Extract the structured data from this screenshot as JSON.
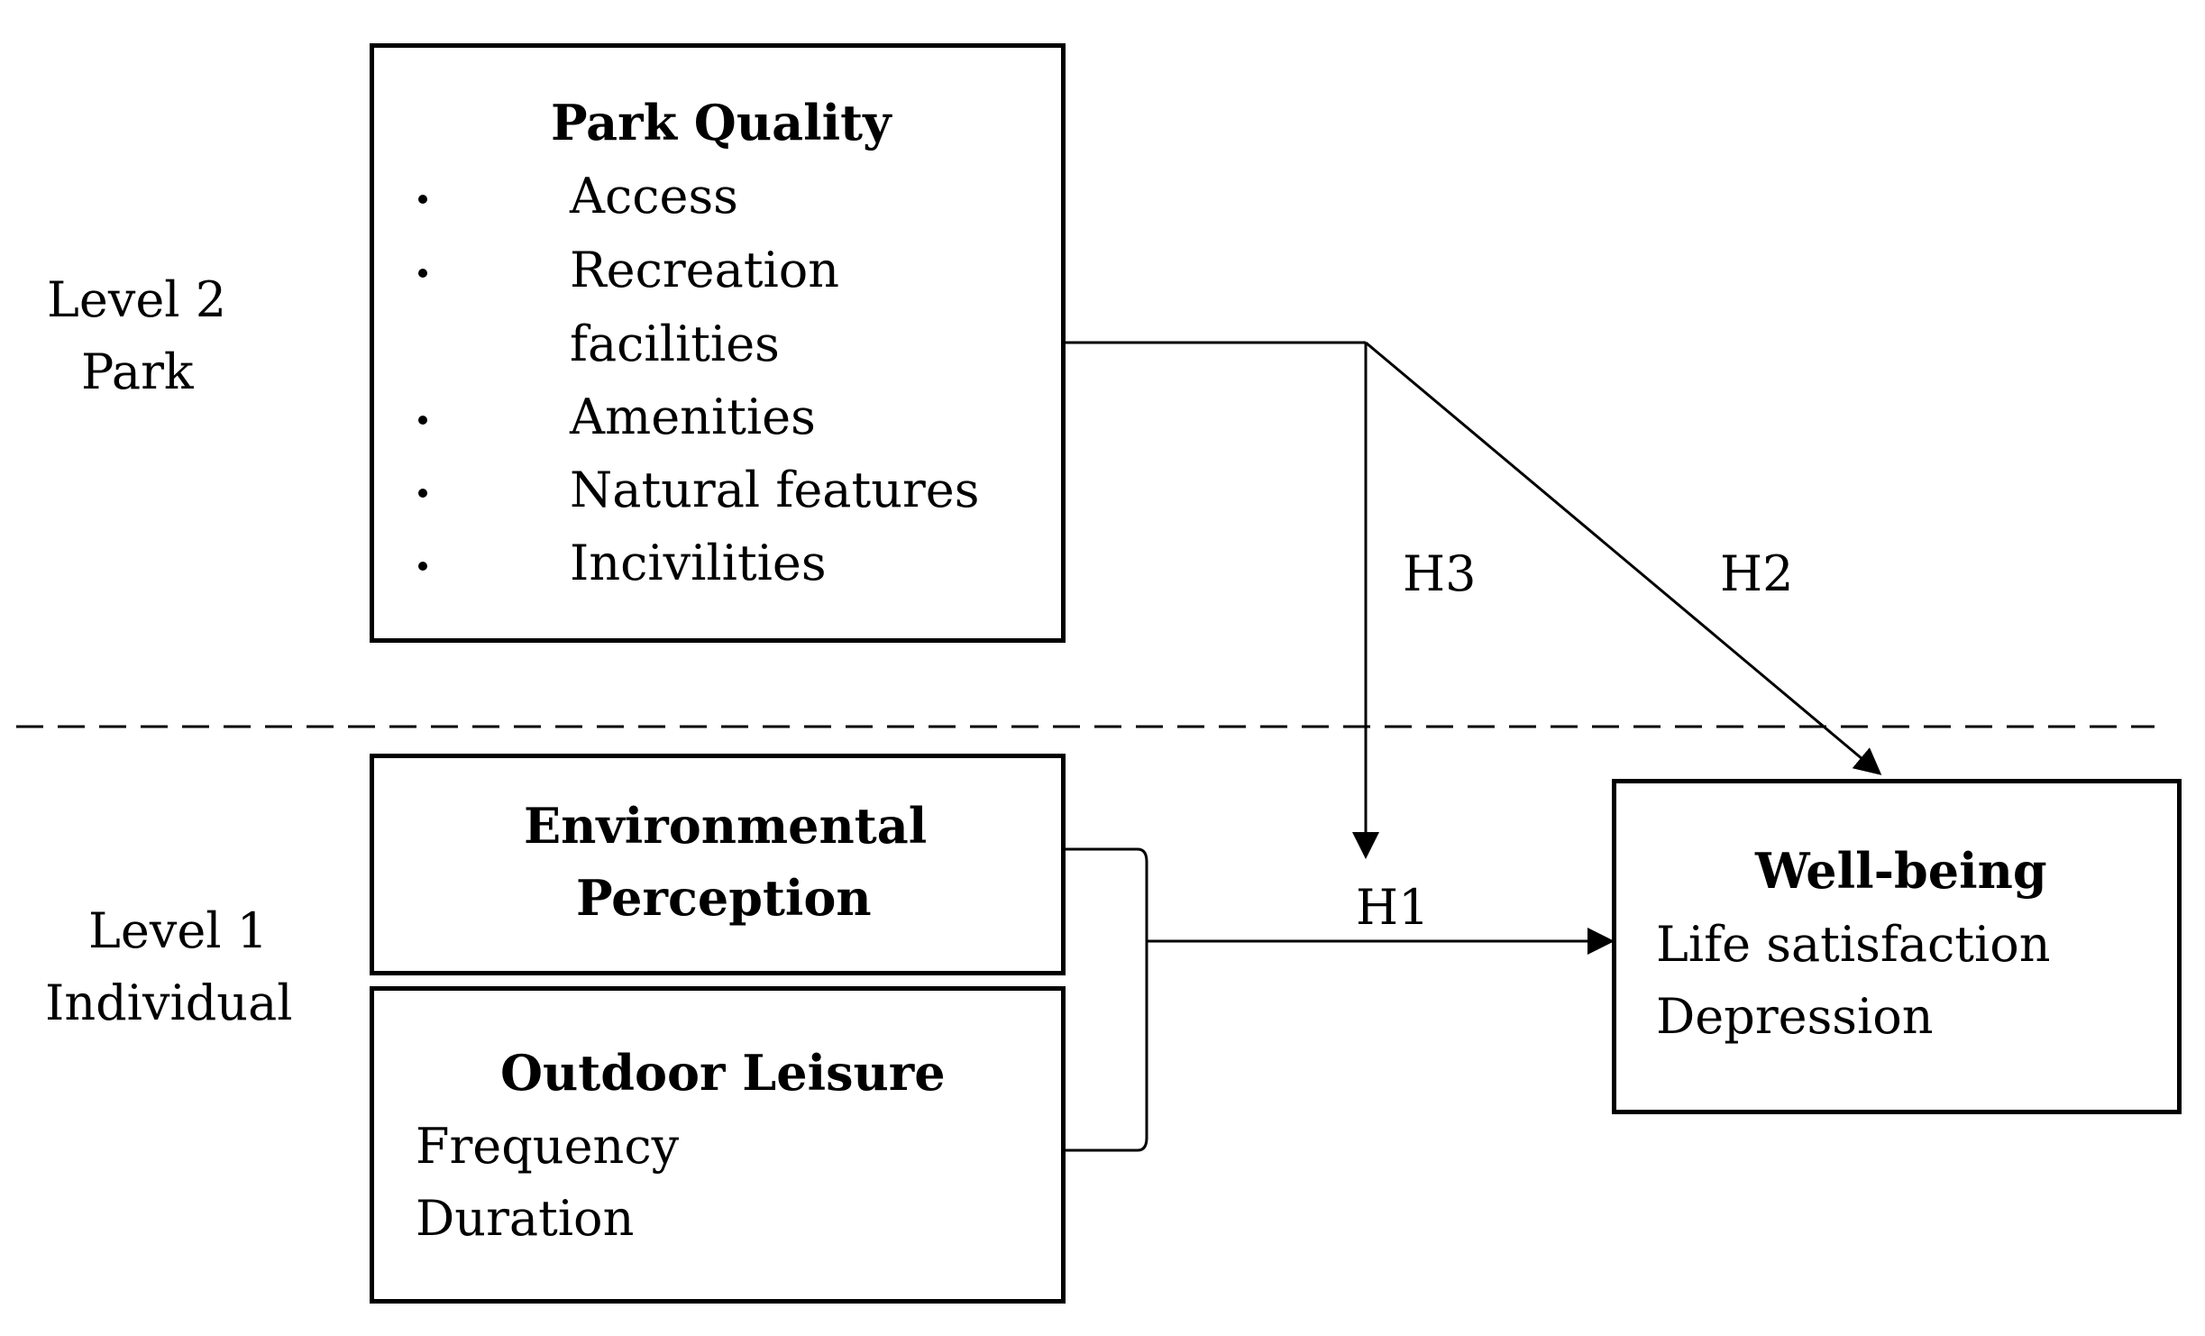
{
  "levels": {
    "level2_line1": "Level 2",
    "level2_line2": "Park",
    "level1_line1": "Level 1",
    "level1_line2": "Individual"
  },
  "park_quality": {
    "title": "Park Quality",
    "items": [
      "Access",
      "Recreation",
      "facilities",
      "Amenities",
      "Natural features",
      "Incivilities"
    ]
  },
  "environmental_perception": {
    "title_line1": "Environmental",
    "title_line2": "Perception"
  },
  "outdoor_leisure": {
    "title": "Outdoor Leisure",
    "items": [
      "Frequency",
      "Duration"
    ]
  },
  "well_being": {
    "title": "Well-being",
    "items": [
      "Life satisfaction",
      "Depression"
    ]
  },
  "hypotheses": {
    "h1": "H1",
    "h2": "H2",
    "h3": "H3"
  }
}
